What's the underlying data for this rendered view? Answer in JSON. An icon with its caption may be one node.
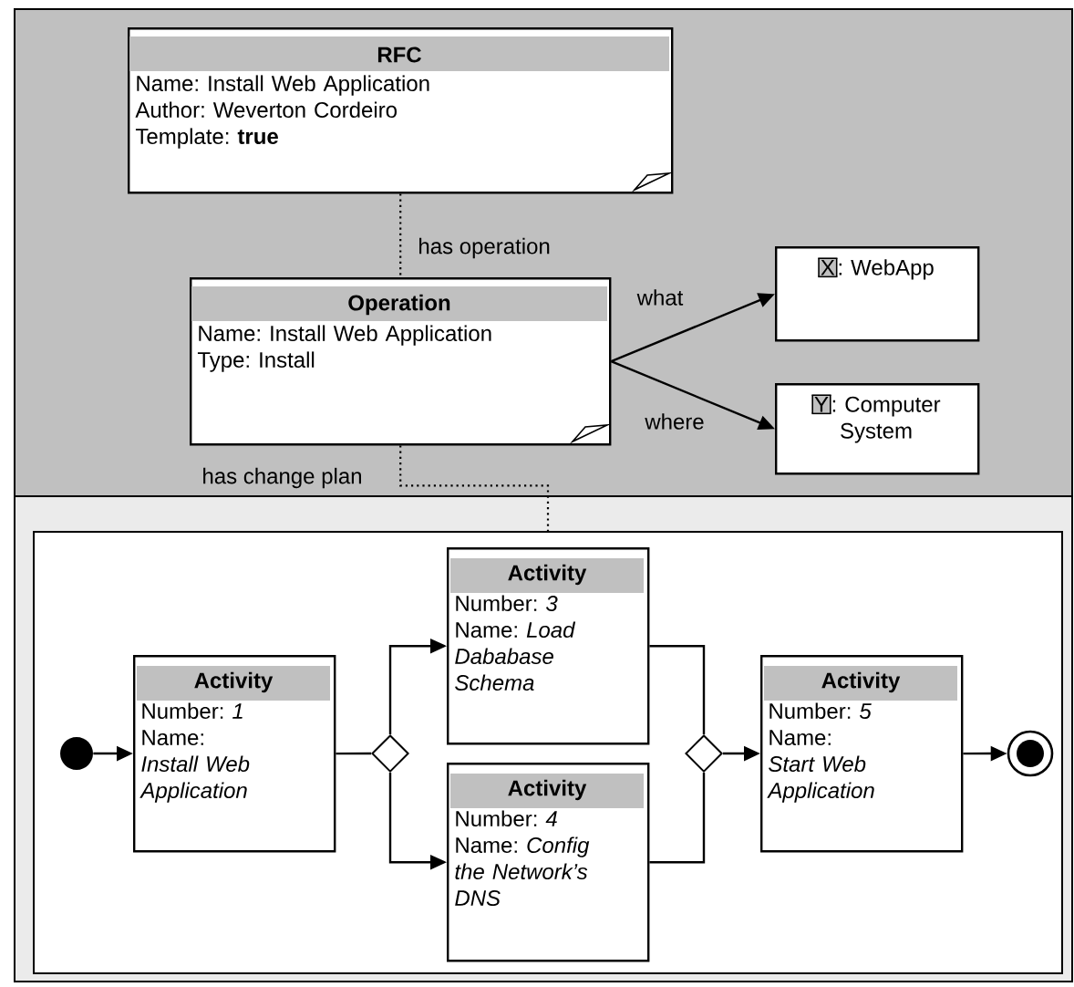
{
  "diagram": {
    "nodes": [
      {
        "text": [
          "RFC",
          "Name: Install Web Application",
          "Author: Weverton Cordeiro",
          "Template: **true**"
        ]
      },
      {
        "text": [
          "Operation",
          "Name: Install Web Application",
          "Type: Install"
        ]
      },
      {
        "text": [
          "X",
          ": WebApp"
        ]
      },
      {
        "text": [
          "Y",
          ": Computer System"
        ]
      },
      {
        "text": [],
        "shape": "box"
      },
      {
        "text": [],
        "shape": "circle",
        "in": 4
      },
      {
        "text": [
          "Activity",
          "Number: *1*",
          "Name: *Install Web Application*"
        ],
        "in": 4
      },
      {
        "text": [],
        "shape": "diamond",
        "in": 4
      },
      {
        "text": [
          "Activity",
          "Number:  *3*",
          "Name: *Load Dababase Schema*"
        ],
        "in": 4
      },
      {
        "text": [
          "Activity",
          "Number: *4*",
          "Name: *Config the Network’s DNS*"
        ],
        "in": 4
      },
      {
        "text": [],
        "shape": "diamond",
        "in": 4
      },
      {
        "text": [
          "Activity",
          "Number: *5*",
          "Name: *Start Web Application*"
        ],
        "in": 4
      },
      {
        "text": [],
        "shape": "circle",
        "in": 4
      }
    ],
    "edges": [
      {
        "from": 0,
        "to": 1,
        "arrow": "none",
        "style": "dashed",
        "label": "has operation"
      },
      {
        "from": 1,
        "to": 2,
        "arrow": "to",
        "label": "what"
      },
      {
        "from": 1,
        "to": 3,
        "arrow": "to",
        "label": "where"
      },
      {
        "from": 1,
        "to": 4,
        "arrow": "none",
        "style": "dashed",
        "label": "has change plan"
      },
      {
        "from": 5,
        "to": 6,
        "arrow": "to"
      },
      {
        "from": 6,
        "to": 7,
        "arrow": "none"
      },
      {
        "from": 7,
        "to": 8,
        "arrow": "to"
      },
      {
        "from": 7,
        "to": 9,
        "arrow": "to"
      },
      {
        "from": 8,
        "to": 10,
        "arrow": "none"
      },
      {
        "from": 9,
        "to": 10,
        "arrow": "none"
      },
      {
        "from": 10,
        "to": 11,
        "arrow": "to"
      },
      {
        "from": 11,
        "to": 12,
        "arrow": "to"
      }
    ]
  }
}
